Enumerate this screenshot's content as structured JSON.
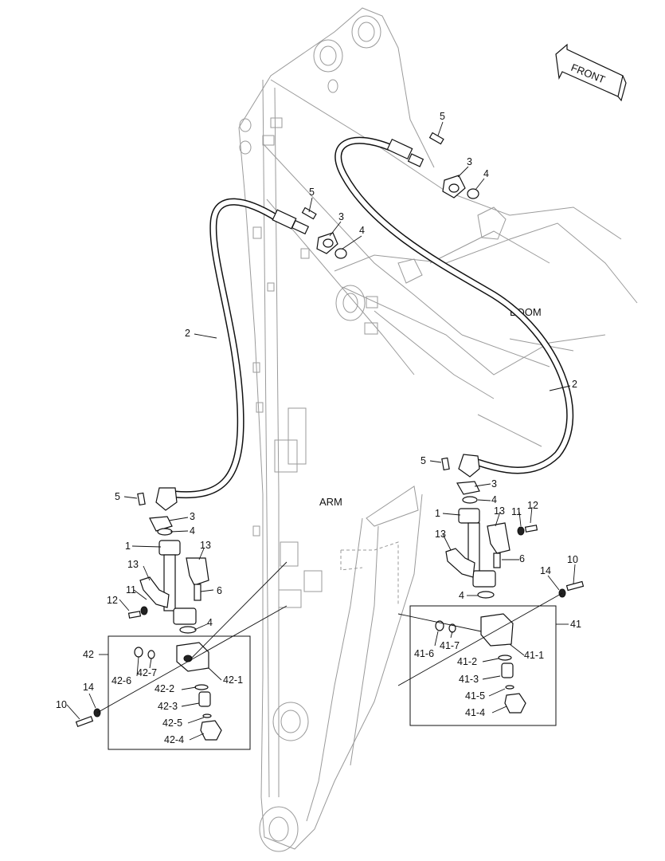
{
  "direction_arrow": {
    "label": "FRONT"
  },
  "components": {
    "boom": "BOOM",
    "arm": "ARM"
  },
  "callouts": {
    "hose_left": "2",
    "hose_right": "2",
    "bolt_tl": "5",
    "clamp_tl": "3",
    "oring_tl": "4",
    "bolt_tr": "5",
    "clamp_tr": "3",
    "oring_tr": "4",
    "bolt_l": "5",
    "clamp_l": "3",
    "oring_l": "4",
    "bolt_r": "5",
    "clamp_r": "3",
    "oring_r": "4",
    "pipe_l": "1",
    "pipe_r": "1",
    "bracket_l_a": "13",
    "bracket_l_b": "13",
    "bracket_r_a": "13",
    "bracket_r_b": "13",
    "bolt6_l": "6",
    "bolt6_r": "6",
    "washer11_l": "11",
    "washer11_r": "11",
    "bolt12_l": "12",
    "bolt12_r": "12",
    "oring4_l_low": "4",
    "oring4_r_low": "4",
    "bolt10_l": "10",
    "bolt10_r": "10",
    "washer14_l": "14",
    "washer14_r": "14"
  },
  "assembly_42": {
    "label": "42",
    "parts": [
      "42-1",
      "42-2",
      "42-3",
      "42-4",
      "42-5",
      "42-6",
      "42-7"
    ]
  },
  "assembly_41": {
    "label": "41",
    "parts": [
      "41-1",
      "41-2",
      "41-3",
      "41-4",
      "41-5",
      "41-6",
      "41-7"
    ]
  }
}
